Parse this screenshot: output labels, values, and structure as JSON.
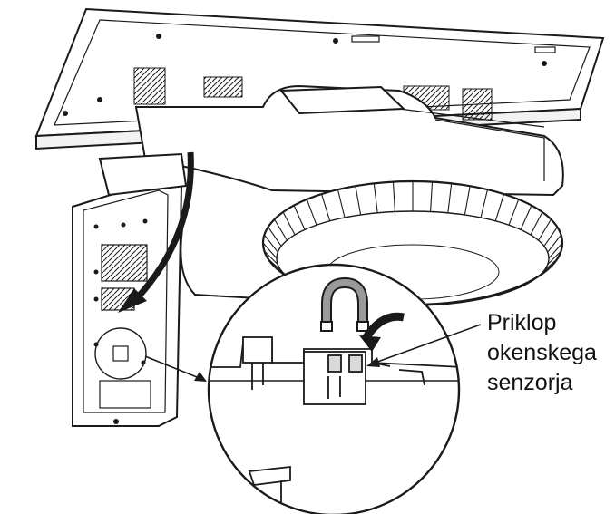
{
  "callout": {
    "lines": [
      "Priklop",
      "okenskega",
      "senzorja"
    ]
  },
  "colors": {
    "ink": "#1a1a1a",
    "paper": "#ffffff",
    "shade": "#d9d9d9",
    "magnet": "#9a9a9a"
  }
}
